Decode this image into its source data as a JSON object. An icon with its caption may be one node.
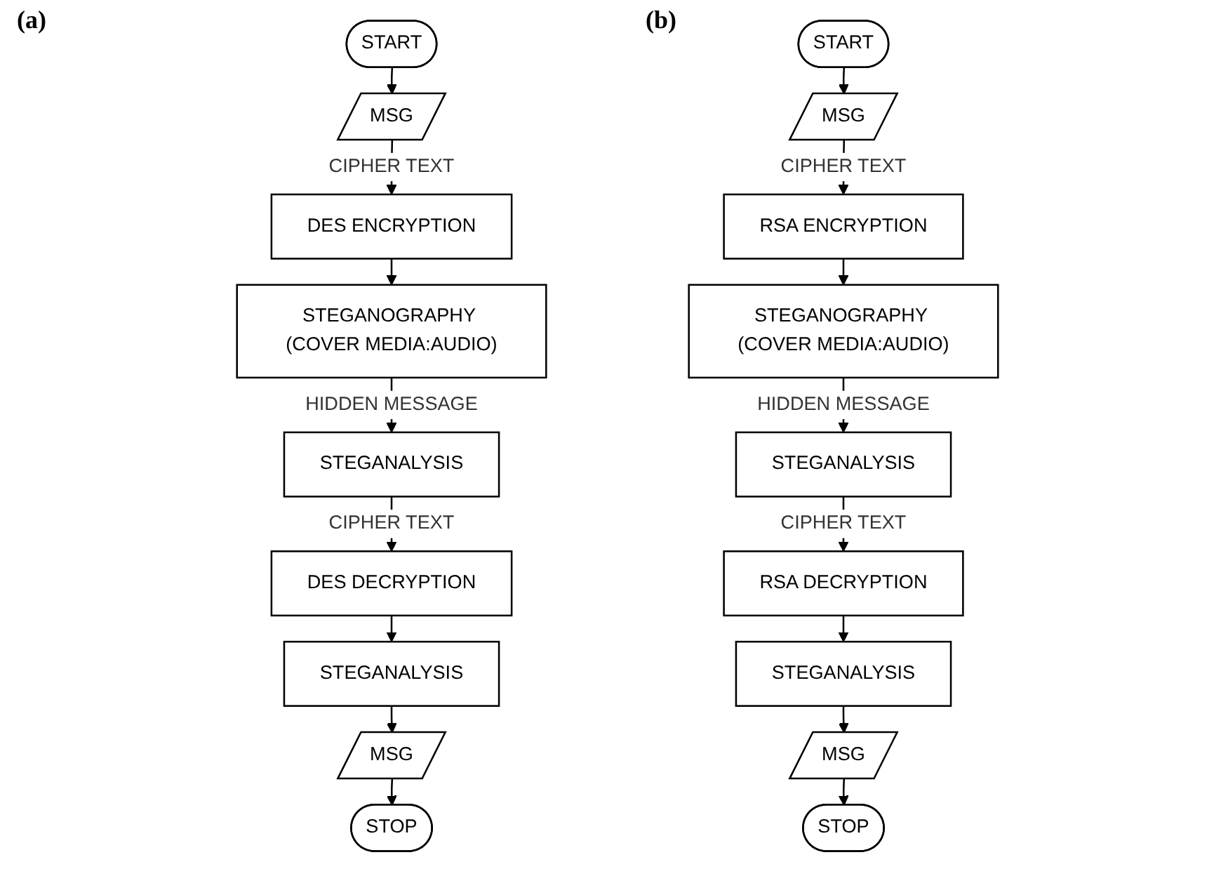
{
  "diagram": {
    "nodes": [
      {
        "text": [
          "START"
        ]
      },
      {
        "text": [
          "MSG"
        ]
      },
      {
        "text": [
          "DES ENCRYPTION"
        ]
      },
      {
        "text": [
          "STEGANOGRAPHY (COVER MEDIA:AUDIO)"
        ]
      },
      {
        "text": [
          "STEGANALYSIS"
        ]
      },
      {
        "text": [
          "DES DECRYPTION"
        ]
      },
      {
        "text": [
          "STEGANALYSIS"
        ]
      },
      {
        "text": [
          "MSG"
        ]
      },
      {
        "text": [
          "STOP"
        ]
      },
      {
        "text": [
          "START"
        ]
      },
      {
        "text": [
          "MSG"
        ]
      },
      {
        "text": [
          "RSA ENCRYPTION"
        ]
      },
      {
        "text": [
          "STEGANOGRAPHY (COVER MEDIA:AUDIO)"
        ]
      },
      {
        "text": [
          "STEGANALYSIS"
        ]
      },
      {
        "text": [
          "RSA DECRYPTION"
        ]
      },
      {
        "text": [
          "STEGANALYSIS"
        ]
      },
      {
        "text": [
          "MSG"
        ]
      },
      {
        "text": [
          "STOP"
        ]
      }
    ],
    "edges": [
      {
        "from": 0,
        "to": 1,
        "arrow": "to"
      },
      {
        "from": 1,
        "to": 2,
        "arrow": "to",
        "label": "CIPHER TEXT"
      },
      {
        "from": 2,
        "to": 3,
        "arrow": "to"
      },
      {
        "from": 3,
        "to": 4,
        "arrow": "to",
        "label": "HIDDEN MESSAGE"
      },
      {
        "from": 4,
        "to": 5,
        "arrow": "to",
        "label": "CIPHER TEXT"
      },
      {
        "from": 5,
        "to": 6,
        "arrow": "to"
      },
      {
        "from": 6,
        "to": 7,
        "arrow": "to"
      },
      {
        "from": 7,
        "to": 8,
        "arrow": "to"
      },
      {
        "from": 9,
        "to": 10,
        "arrow": "to"
      },
      {
        "from": 10,
        "to": 11,
        "arrow": "to",
        "label": "CIPHER TEXT"
      },
      {
        "from": 11,
        "to": 12,
        "arrow": "to"
      },
      {
        "from": 12,
        "to": 13,
        "arrow": "to",
        "label": "HIDDEN MESSAGE"
      },
      {
        "from": 13,
        "to": 14,
        "arrow": "to",
        "label": "CIPHER TEXT"
      },
      {
        "from": 14,
        "to": 15,
        "arrow": "to"
      },
      {
        "from": 15,
        "to": 16,
        "arrow": "to"
      },
      {
        "from": 16,
        "to": 17,
        "arrow": "to"
      }
    ],
    "labels": [
      "(a)",
      "(b)"
    ]
  }
}
